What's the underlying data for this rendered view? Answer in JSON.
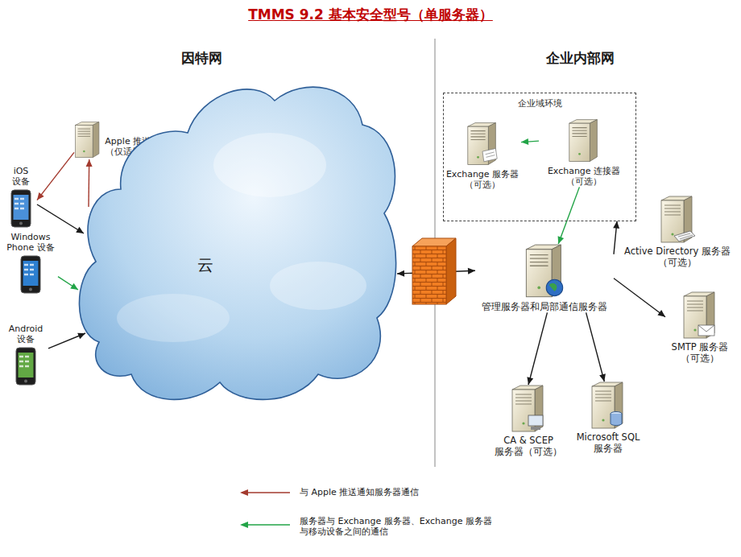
{
  "diagram": {
    "title": "TMMS 9.2 基本安全型号（单服务器）",
    "nodes": [
      {
        "text": [
          "Apple 推送 通知服务器 （仅适用于 iOS 设备）"
        ]
      },
      {
        "text": [
          "iOS 设备"
        ]
      },
      {
        "text": [
          "Windows Phone 设备"
        ]
      },
      {
        "text": [
          "Android 设备"
        ]
      },
      {
        "text": [
          "云"
        ]
      },
      {
        "text": [
          "企业域环境"
        ]
      },
      {
        "text": [
          "Exchange 服务器 （可选）"
        ],
        "in": 5
      },
      {
        "text": [
          "Exchange 连接器 （可选）"
        ],
        "in": 5
      },
      {
        "text": [
          "管理服务器和局部通信服务器"
        ]
      },
      {
        "text": [
          "Active Directory 服务器 （可选）"
        ]
      },
      {
        "text": [
          "SMTP 服务器 （可选）"
        ]
      },
      {
        "text": [
          "CA & SCEP 服务器（可选）"
        ]
      },
      {
        "text": [
          "Microsoft SQL 服务器"
        ]
      }
    ],
    "edges": [
      {
        "from": 0,
        "to": 1,
        "arrow": "to"
      },
      {
        "from": 4,
        "to": 0,
        "arrow": "to"
      },
      {
        "from": 1,
        "to": 4,
        "arrow": "to"
      },
      {
        "from": 2,
        "to": 4,
        "arrow": "to"
      },
      {
        "from": 3,
        "to": 4,
        "arrow": "to"
      },
      {
        "from": 4,
        "to": 8,
        "arrow": "both"
      },
      {
        "from": 7,
        "to": 6,
        "arrow": "to"
      },
      {
        "from": 7,
        "to": 8,
        "arrow": "to"
      },
      {
        "from": 8,
        "to": 9,
        "arrow": "to"
      },
      {
        "from": 8,
        "to": 10,
        "arrow": "to"
      },
      {
        "from": 8,
        "to": 11,
        "arrow": "to"
      },
      {
        "from": 8,
        "to": 12,
        "arrow": "to"
      }
    ],
    "labels": [
      "因特网",
      "企业内部网"
    ],
    "legend": [
      {
        "text": "与 Apple 推送通知服务器通信"
      },
      {
        "text": "服务器与 Exchange 服务器、Exchange 服务器与移动设备之间的通信"
      }
    ]
  }
}
